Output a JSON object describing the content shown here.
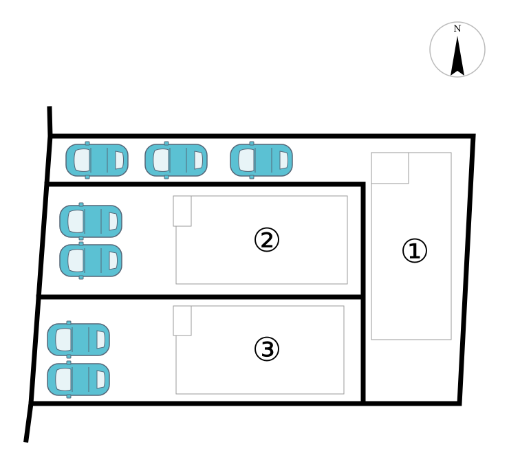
{
  "compass": {
    "label": "N",
    "icon": "north-arrow-icon"
  },
  "lots": [
    {
      "id": "lot-1",
      "label": "①"
    },
    {
      "id": "lot-2",
      "label": "②"
    },
    {
      "id": "lot-3",
      "label": "③"
    }
  ],
  "colors": {
    "boundary": "#000000",
    "building_outline": "#9a9a9a",
    "car_body": "#5bc1d3",
    "car_window": "#e8f4f7",
    "car_outline": "#556677"
  },
  "cars": {
    "icon": "car-icon",
    "parking_spaces": [
      {
        "area": "lot-1-frontage",
        "count": 3
      },
      {
        "area": "lot-2",
        "count": 2
      },
      {
        "area": "lot-3",
        "count": 2
      }
    ]
  }
}
